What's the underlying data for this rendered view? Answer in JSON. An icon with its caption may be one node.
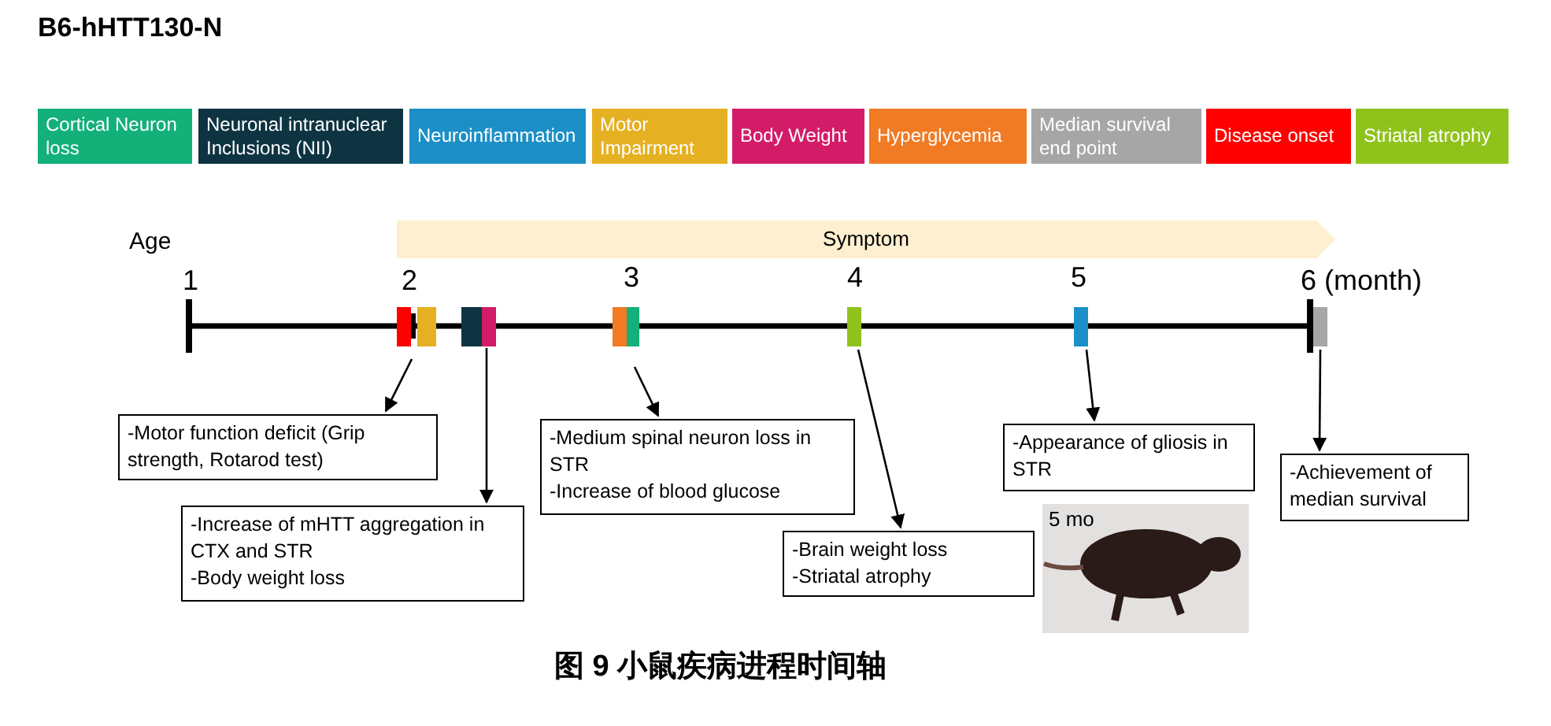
{
  "diagram": {
    "title": "B6-hHTT130-N",
    "caption": "图 9 小鼠疾病进程时间轴",
    "nodes": [
      {
        "text": [
          "Symptom"
        ]
      },
      {
        "text": [],
        "shape": "bar"
      },
      {
        "text": [],
        "shape": "bar"
      },
      {
        "text": [],
        "shape": "bar"
      },
      {
        "text": [],
        "shape": "bar"
      },
      {
        "text": [],
        "shape": "bar"
      },
      {
        "text": [],
        "shape": "bar"
      },
      {
        "text": [],
        "shape": "bar"
      },
      {
        "text": [],
        "shape": "bar"
      },
      {
        "text": [],
        "shape": "bar"
      },
      {
        "text": [
          "-Motor function deficit (Grip strength, Rotarod test)"
        ]
      },
      {
        "text": [
          "-Increase of mHTT aggregation in CTX and STR",
          "-Body weight loss"
        ]
      },
      {
        "text": [
          "-Medium spinal neuron loss in STR",
          "-Increase of blood glucose"
        ]
      },
      {
        "text": [
          "-Brain weight loss",
          "-Striatal atrophy"
        ]
      },
      {
        "text": [
          "-Appearance of gliosis in STR"
        ]
      },
      {
        "text": [
          "-Achievement of median survival"
        ]
      }
    ],
    "edges": [
      {
        "from": 2,
        "to": 10,
        "arrow": "to"
      },
      {
        "from": 4,
        "to": 11,
        "arrow": "to"
      },
      {
        "from": 6,
        "to": 12,
        "arrow": "to"
      },
      {
        "from": 7,
        "to": 13,
        "arrow": "to"
      },
      {
        "from": 8,
        "to": 14,
        "arrow": "to"
      },
      {
        "from": 9,
        "to": 15,
        "arrow": "to"
      }
    ],
    "labels": [
      "Age",
      "1",
      "2",
      "3",
      "4",
      "5",
      "6 (month)",
      "5 mo"
    ],
    "legend": [
      {
        "text": "Cortical Neuron loss",
        "color": "#13b079"
      },
      {
        "text": "Neuronal intranuclear Inclusions (NII)",
        "color": "#0e3442"
      },
      {
        "text": "Neuroinflammation",
        "color": "#1b8fc6"
      },
      {
        "text": "Motor Impairment",
        "color": "#e5b022"
      },
      {
        "text": "Body Weight",
        "color": "#d21c68"
      },
      {
        "text": "Hyperglycemia",
        "color": "#f07b24"
      },
      {
        "text": "Median survival end point",
        "color": "#a6a6a6"
      },
      {
        "text": "Disease onset",
        "color": "#fe0000"
      },
      {
        "text": "Striatal atrophy",
        "color": "#8fc31c"
      }
    ]
  }
}
